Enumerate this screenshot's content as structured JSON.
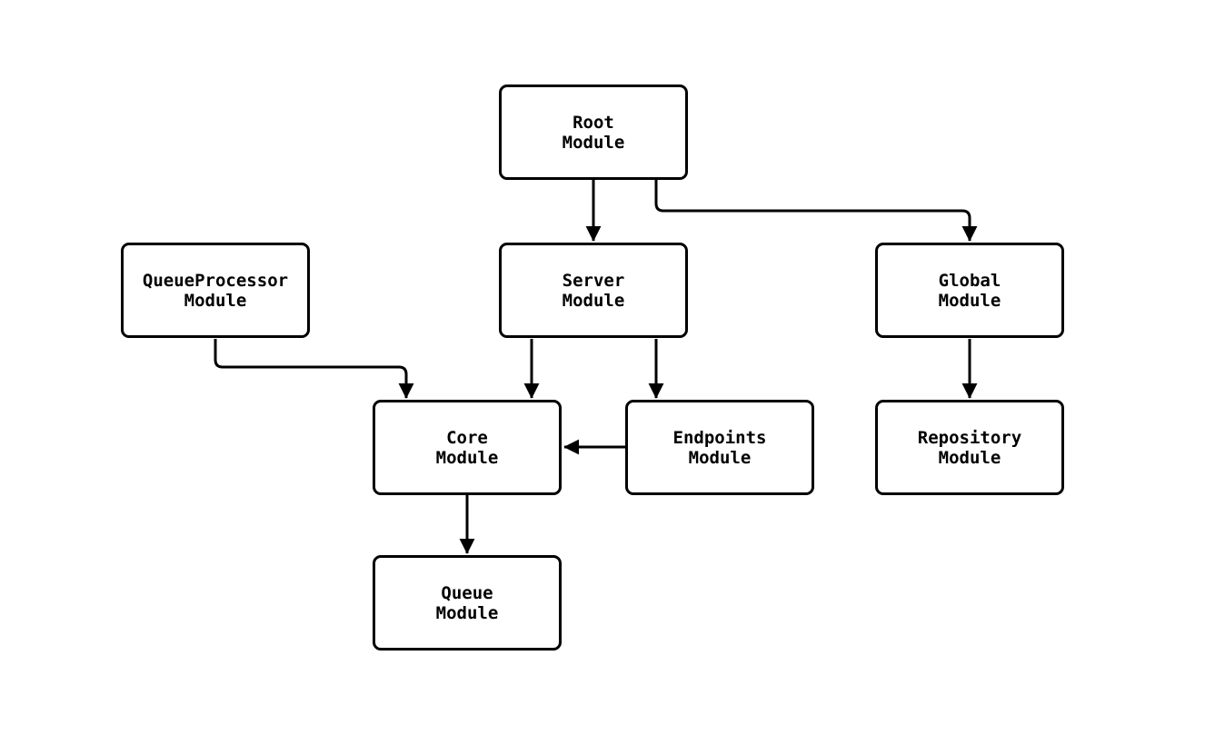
{
  "diagram": {
    "type": "flowchart",
    "direction": "top-down",
    "colors": {
      "background": "#ffffff",
      "node_fill": "#ffffff",
      "node_border": "#000000",
      "edge_stroke": "#000000",
      "text": "#000000"
    },
    "nodes": {
      "root": {
        "label": "Root\nModule"
      },
      "queue_processor": {
        "label": "QueueProcessor\nModule"
      },
      "server": {
        "label": "Server\nModule"
      },
      "global": {
        "label": "Global\nModule"
      },
      "core": {
        "label": "Core\nModule"
      },
      "endpoints": {
        "label": "Endpoints\nModule"
      },
      "repository": {
        "label": "Repository\nModule"
      },
      "queue": {
        "label": "Queue\nModule"
      }
    },
    "edges": [
      {
        "from": "Root Module",
        "to": "Server Module"
      },
      {
        "from": "Root Module",
        "to": "Global Module"
      },
      {
        "from": "QueueProcessor Module",
        "to": "Core Module"
      },
      {
        "from": "Server Module",
        "to": "Core Module"
      },
      {
        "from": "Server Module",
        "to": "Endpoints Module"
      },
      {
        "from": "Endpoints Module",
        "to": "Core Module"
      },
      {
        "from": "Global Module",
        "to": "Repository Module"
      },
      {
        "from": "Core Module",
        "to": "Queue Module"
      }
    ]
  }
}
